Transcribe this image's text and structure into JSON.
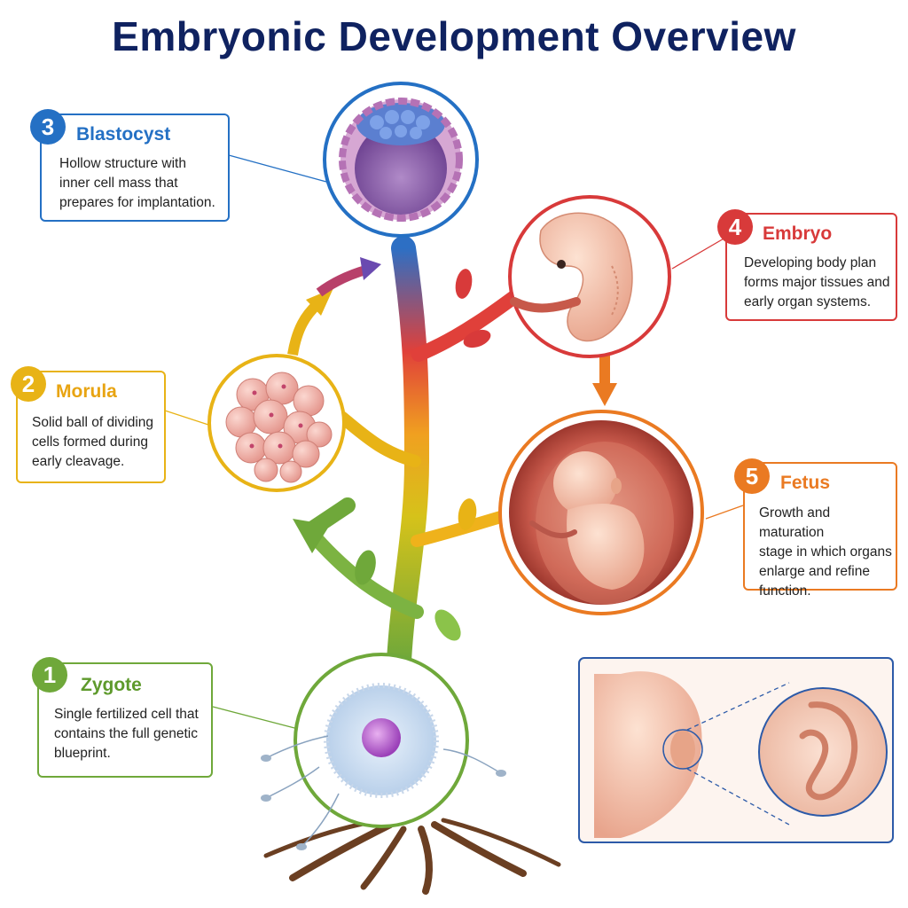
{
  "title": "Embryonic Development Overview",
  "colors": {
    "title": "#0f2260",
    "zygote": "#6fa83a",
    "morula": "#e8b316",
    "blastocyst": "#2470c4",
    "embryo": "#d83a3a",
    "fetus": "#ea7a22",
    "inset_border": "#2c5aa8"
  },
  "stages": [
    {
      "id": "zygote",
      "number": "1",
      "name": "Zygote",
      "description": [
        "Single fertilized cell that",
        "contains the full genetic",
        "blueprint."
      ]
    },
    {
      "id": "morula",
      "number": "2",
      "name": "Morula",
      "description": [
        "Solid ball of dividing",
        "cells formed during",
        "early cleavage."
      ]
    },
    {
      "id": "blastocyst",
      "number": "3",
      "name": "Blastocyst",
      "description": [
        "Hollow structure with",
        "inner cell mass that",
        "prepares for implantation."
      ]
    },
    {
      "id": "embryo",
      "number": "4",
      "name": "Embryo",
      "description": [
        "Developing body plan",
        "forms major tissues and",
        "early organ systems."
      ]
    },
    {
      "id": "fetus",
      "number": "5",
      "name": "Fetus",
      "description": [
        "Growth and maturation",
        "stage in which organs",
        "enlarge and refine",
        "function."
      ]
    }
  ],
  "inset": {
    "icon": "ear-detail-icon"
  }
}
